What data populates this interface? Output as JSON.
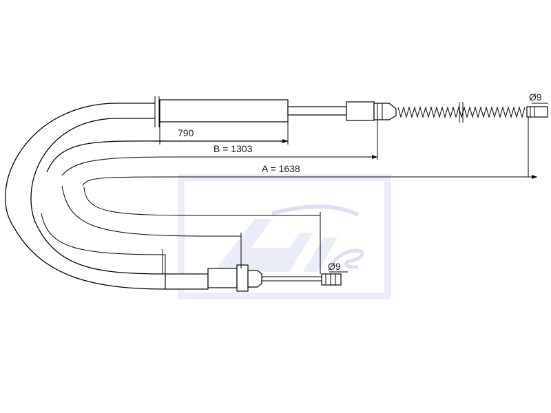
{
  "dimensions": {
    "d790": "790",
    "b_label": "B = 1303",
    "a_label": "A = 1638",
    "dia_top": "Ø9",
    "dia_bottom": "Ø9"
  },
  "colors": {
    "line": "#000000",
    "watermark": "#c8cbe8"
  }
}
